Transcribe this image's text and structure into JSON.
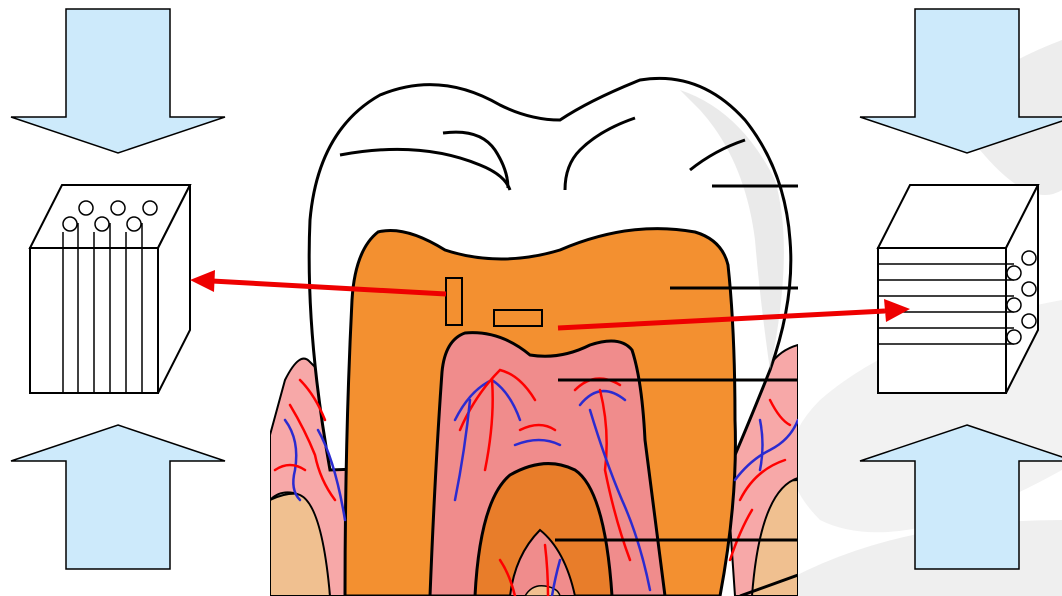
{
  "colors": {
    "background": "#ffffff",
    "watermark_swoosh": "#ededed",
    "compression_arrow_fill": "#cdeafb",
    "compression_arrow_stroke": "#000000",
    "enamel": "#ffffff",
    "enamel_shadow": "#cfcfcf",
    "dentin": "#f39030",
    "dentin_dark": "#e87d2a",
    "pulp": "#f08c8c",
    "gum": "#f7a8a8",
    "bone": "#f0c090",
    "artery": "#ff0000",
    "vein": "#2b2bd0",
    "pointer_arrow": "#ee0000",
    "outline": "#000000"
  },
  "icons": {
    "top_left_arrow": "down-arrow-icon",
    "bottom_left_arrow": "up-arrow-icon",
    "top_right_arrow": "down-arrow-icon",
    "bottom_right_arrow": "up-arrow-icon",
    "left_block": "vertical-tubule-block-icon",
    "right_block": "horizontal-tubule-block-icon"
  },
  "figure": {
    "subject": "tooth-cross-section",
    "callout_lines": 5,
    "sample_markers": 2
  }
}
